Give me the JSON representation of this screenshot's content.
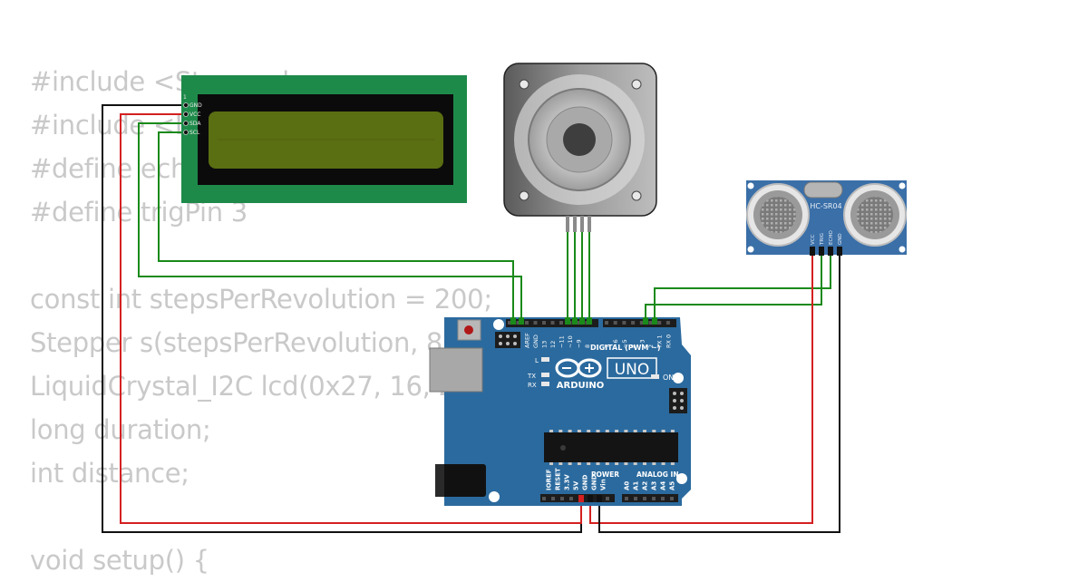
{
  "code_lines": [
    "#include <Stepper.h>",
    "#include <LiquidCrystal_I2C.h>",
    "#define echoPin 2",
    "#define trigPin 3",
    "",
    "const int stepsPerRevolution = 200;",
    "Stepper s(stepsPerRevolution, 8, 9, 10, 11);",
    "LiquidCrystal_I2C lcd(0x27, 16, 2);",
    "long duration;",
    "int distance;",
    "",
    "void setup() {"
  ],
  "lcd": {
    "pin_index": "1",
    "pins": [
      "GND",
      "VCC",
      "SDA",
      "SCL"
    ]
  },
  "sensor": {
    "model": "HC-SR04",
    "pins": [
      "VCC",
      "TRIG",
      "ECHO",
      "GND"
    ]
  },
  "arduino": {
    "board": "UNO",
    "brand": "ARDUINO",
    "digital_label": "DIGITAL (PWM ~)",
    "power_label": "POWER",
    "analog_label": "ANALOG IN",
    "on_label": "ON",
    "tx_label": "TX",
    "rx_label": "RX",
    "l_label": "L",
    "top_pins": [
      "AREF",
      "GND",
      "13",
      "12",
      "~11",
      "~10",
      "~9",
      "8",
      "7",
      "~6",
      "~5",
      "4",
      "~3",
      "2",
      "TX 1",
      "RX 0"
    ],
    "power_pins": [
      "IOREF",
      "RESET",
      "3.3V",
      "5V",
      "GND",
      "GND",
      "Vin"
    ],
    "analog_pins": [
      "A0",
      "A1",
      "A2",
      "A3",
      "A4",
      "A5"
    ]
  },
  "colors": {
    "wire_power": "#d42020",
    "wire_ground": "#111111",
    "wire_signal": "#1a8a1a",
    "board_blue": "#2b6a9e",
    "lcd_pcb": "#1e8a4a",
    "lcd_screen": "#5a6e12",
    "sensor_blue": "#3a6fa8"
  }
}
